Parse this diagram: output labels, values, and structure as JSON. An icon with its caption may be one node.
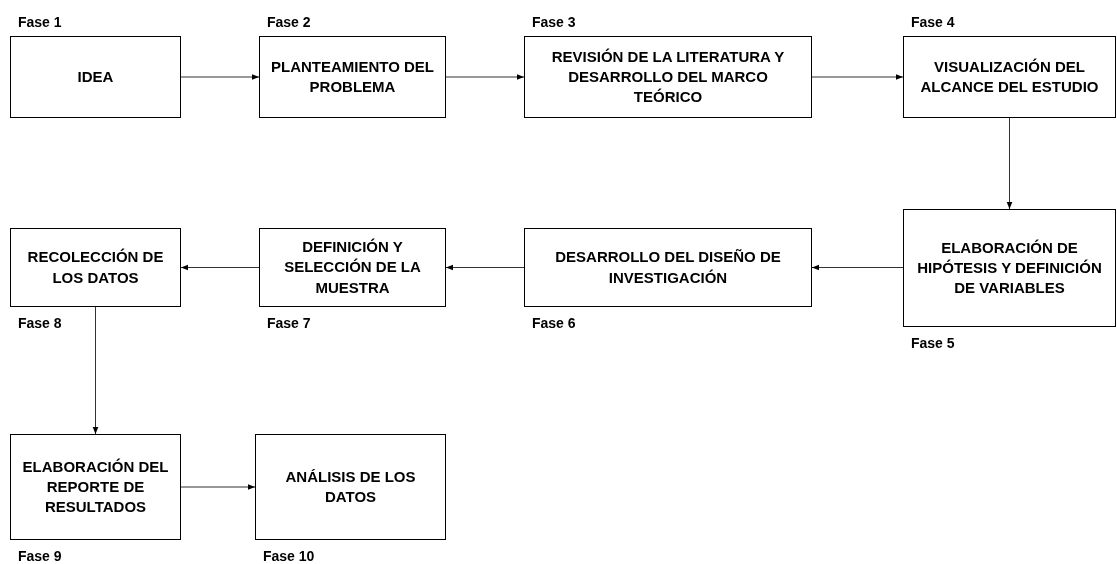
{
  "diagram": {
    "nodes": [
      {
        "text": [
          "IDEA"
        ],
        "beside": [
          "Fase 1"
        ]
      },
      {
        "text": [
          "PLANTEAMIENTO DEL PROBLEMA"
        ],
        "beside": [
          "Fase 2"
        ]
      },
      {
        "text": [
          "REVISIÓN DE LA LITERATURA Y DESARROLLO DEL MARCO TEÓRICO"
        ],
        "beside": [
          "Fase 3"
        ]
      },
      {
        "text": [
          "VISUALIZACIÓN DEL ALCANCE DEL ESTUDIO"
        ],
        "beside": [
          "Fase 4"
        ]
      },
      {
        "text": [
          "ELABORACIÓN DE HIPÓTESIS Y DEFINICIÓN DE VARIABLES"
        ],
        "beside": [
          "Fase 5"
        ]
      },
      {
        "text": [
          "DESARROLLO DEL DISEÑO DE INVESTIGACIÓN"
        ],
        "beside": [
          "Fase 6"
        ]
      },
      {
        "text": [
          "DEFINICIÓN Y SELECCIÓN DE LA MUESTRA"
        ],
        "beside": [
          "Fase 7"
        ]
      },
      {
        "text": [
          "RECOLECCIÓN DE LOS DATOS"
        ],
        "beside": [
          "Fase 8"
        ]
      },
      {
        "text": [
          "ELABORACIÓN DEL REPORTE DE RESULTADOS"
        ],
        "beside": [
          "Fase 9"
        ]
      },
      {
        "text": [
          "ANÁLISIS DE LOS DATOS"
        ],
        "beside": [
          "Fase 10"
        ]
      }
    ],
    "edges": [
      {
        "from": 0,
        "to": 1,
        "arrow": "to"
      },
      {
        "from": 1,
        "to": 2,
        "arrow": "to"
      },
      {
        "from": 2,
        "to": 3,
        "arrow": "to"
      },
      {
        "from": 3,
        "to": 4,
        "arrow": "to"
      },
      {
        "from": 4,
        "to": 5,
        "arrow": "to"
      },
      {
        "from": 5,
        "to": 6,
        "arrow": "to"
      },
      {
        "from": 6,
        "to": 7,
        "arrow": "to"
      },
      {
        "from": 7,
        "to": 8,
        "arrow": "to"
      },
      {
        "from": 8,
        "to": 9,
        "arrow": "to"
      }
    ]
  }
}
